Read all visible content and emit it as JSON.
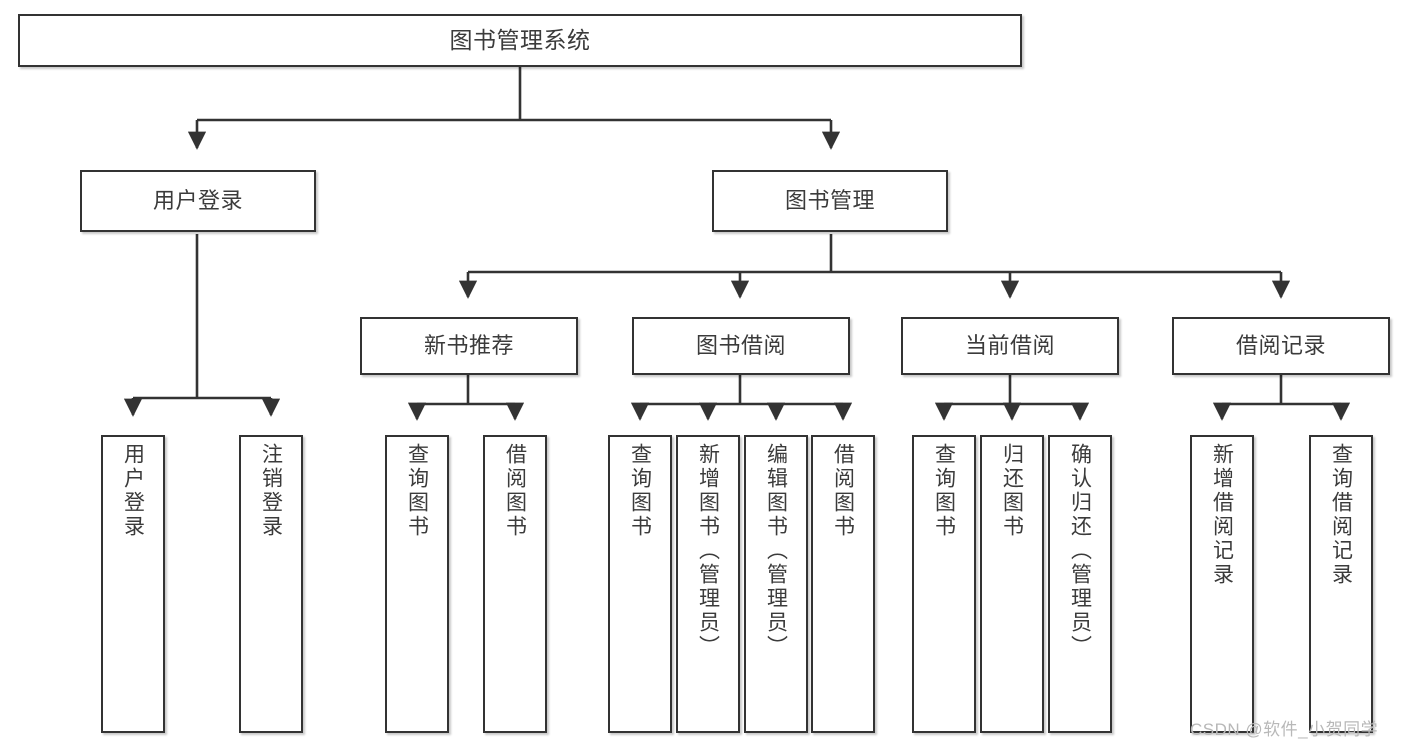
{
  "diagram": {
    "title": "图书管理系统",
    "type": "tree-hierarchy-diagram",
    "colors": {
      "box_border": "#333333",
      "box_fill": "#ffffff",
      "edge": "#333333",
      "text": "#3b3b3b",
      "watermark": "#b8b8b8",
      "background": "#ffffff"
    },
    "nodes": {
      "root": {
        "label": "图书管理系统"
      },
      "level2": [
        {
          "id": "user_login",
          "label": "用户登录"
        },
        {
          "id": "book_mgmt",
          "label": "图书管理"
        }
      ],
      "level3": [
        {
          "id": "new_book_rec",
          "label": "新书推荐"
        },
        {
          "id": "book_borrow",
          "label": "图书借阅"
        },
        {
          "id": "current_borrow",
          "label": "当前借阅"
        },
        {
          "id": "borrow_record",
          "label": "借阅记录"
        }
      ],
      "leaves": {
        "user_login": [
          {
            "id": "leaf_user_login",
            "label": "用户登录"
          },
          {
            "id": "leaf_logout",
            "label": "注销登录"
          }
        ],
        "new_book_rec": [
          {
            "id": "leaf_query_book_1",
            "label": "查询图书"
          },
          {
            "id": "leaf_borrow_book_1",
            "label": "借阅图书"
          }
        ],
        "book_borrow": [
          {
            "id": "leaf_query_book_2",
            "label": "查询图书"
          },
          {
            "id": "leaf_add_book",
            "label": "新增图书（管理员）"
          },
          {
            "id": "leaf_edit_book",
            "label": "编辑图书（管理员）"
          },
          {
            "id": "leaf_borrow_book_2",
            "label": "借阅图书"
          }
        ],
        "current_borrow": [
          {
            "id": "leaf_query_book_3",
            "label": "查询图书"
          },
          {
            "id": "leaf_return_book",
            "label": "归还图书"
          },
          {
            "id": "leaf_confirm_return",
            "label": "确认归还（管理员）"
          }
        ],
        "borrow_record": [
          {
            "id": "leaf_add_record",
            "label": "新增借阅记录"
          },
          {
            "id": "leaf_query_record",
            "label": "查询借阅记录"
          }
        ]
      }
    },
    "watermark": "CSDN @软件_小贺同学"
  }
}
